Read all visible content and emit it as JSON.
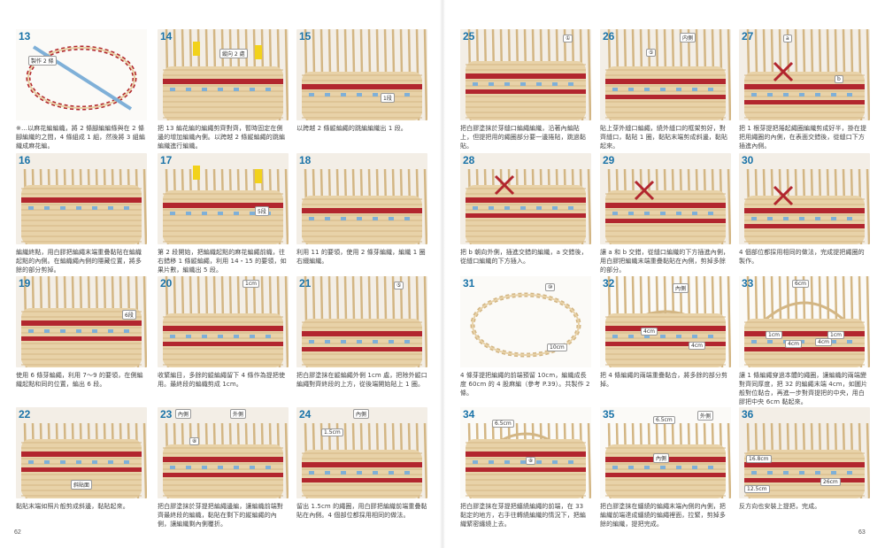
{
  "pages": {
    "left_number": "62",
    "right_number": "63"
  },
  "colors": {
    "step_number": "#1a73a8",
    "red_band": "#b2262e",
    "blue_tape": "#7fb0d8",
    "cane": "#e8d2a8",
    "cane_dark": "#d3b684",
    "background": "#f3eee6"
  },
  "steps": [
    {
      "num": "13",
      "caption": "※…以麻花編編織，將 2 條腳編編條與在 2 條腳編織的之間，4 條組成 1 組，然後將 3 組編織成麻花編。",
      "tags": [
        "製作 2 條"
      ]
    },
    {
      "num": "14",
      "caption": "把 13 編花編的編繩剪齊對齊，暫時固定在側邊的增加編織內側。以跨越 2 條縱編繩的跳編編織進行編織。",
      "tags": [
        "縱向 2 處"
      ]
    },
    {
      "num": "15",
      "caption": "以跨越 2 條縱編繩的跳編編織出 1 段。",
      "tags": [
        "1段"
      ]
    },
    {
      "num": "16",
      "caption": "編織終點，用白膠把編繩末端重疊黏貼在編織起點的內側。在編織繩內側的隱藏位置，將多餘的部分剪掉。",
      "tags": []
    },
    {
      "num": "17",
      "caption": "第 2 段開始，把編織起點的麻花編繩前織，往右錯移 1 條縱編繩，利用 14・15 的要領，如果片數，編織出 5 段。",
      "tags": [
        "5段"
      ]
    },
    {
      "num": "18",
      "caption": "利用 11 的要領，使用 2 條芽編織，編織 1 圈右綴編織。",
      "tags": []
    },
    {
      "num": "19",
      "caption": "使用 6 條芽編繩，利用 7～9 的要領，在側編織起點和同的位置，編出 6 段。",
      "tags": [
        "6段"
      ]
    },
    {
      "num": "20",
      "caption": "收緊編目，多餘的縱編繩留下 4 條作為提把使用。最終段的編織剪成 1cm。",
      "tags": [
        "1cm"
      ]
    },
    {
      "num": "21",
      "caption": "把白膠塗抹在縱編繩外側 1cm 處，把除外縱口編繩對齊終段的上方，從後端開始貼上 1 圈。",
      "tags": [
        "⑤"
      ]
    },
    {
      "num": "22",
      "caption": "黏貼末端如照片般剪成斜邊，黏貼起來。",
      "tags": [
        "斜貼面"
      ]
    },
    {
      "num": "23",
      "caption": "把白膠塗抹於芽提把編繩邊編，讓編織前端對齊最終段的編織，黏貼在剩下的縱編繩的內側，讓編織剩內側覆折。",
      "tags": [
        "內側",
        "外側",
        "⑧"
      ]
    },
    {
      "num": "24",
      "caption": "留出 1.5cm 的繩圈，用白膠把編織前端重疊黏貼在內側。4 個部位都採用相同的做法。",
      "tags": [
        "1.5cm",
        "內側"
      ]
    },
    {
      "num": "25",
      "caption": "把白膠塗抹於芽縫口編繩編織，沿著內編貼上，但提把用的繩圈部分要一邊捲貼，跳過黏貼。",
      "tags": [
        "①"
      ]
    },
    {
      "num": "26",
      "caption": "貼上芽外縫口編繩，繞外縫口的框架剪好，對齊縫口，黏貼 1 圈，黏貼末端剪成斜邊，黏貼起來。",
      "tags": [
        "内側",
        "⑤"
      ]
    },
    {
      "num": "27",
      "caption": "把 1 根芽提把捲起繩圈編織剪成好半，掛在提把用繩圈的內側，在表面交錯後，從縫口下方插進內側。",
      "tags": [
        "a",
        "b"
      ]
    },
    {
      "num": "28",
      "caption": "把 b 朝向外側，插進交錯的編織，a 交錯後，從縫口編織的下方插入。",
      "tags": []
    },
    {
      "num": "29",
      "caption": "讓 a 和 b 交錯，從縫口編織的下方插進內側，用白膠把編織末端重疊黏貼在內側，剪掉多餘的部分。",
      "tags": []
    },
    {
      "num": "30",
      "caption": "4 個部位都採用相同的做法，完成提把繩圈的製作。",
      "tags": []
    },
    {
      "num": "31",
      "caption": "4 條芽提把編繩的前端預留 10cm，編織成長度 60cm 的 4 股麻編（參考 P.39）。共製作 2 條。",
      "tags": [
        "⑩",
        "10cm"
      ]
    },
    {
      "num": "32",
      "caption": "把 4 條編繩的兩端重疊黏合，將多餘的部分剪掉。",
      "tags": [
        "內側",
        "4cm",
        "4cm"
      ]
    },
    {
      "num": "33",
      "caption": "讓 1 條編繩穿過本體的繩圈，讓編織的兩端變對齊同厚度，把 32 的編繩末端 4cm，如圖片般對位黏合，再進一步對齊提把的中央，用白膠把中央 6cm 黏起來。",
      "tags": [
        "6cm",
        "1cm",
        "4cm",
        "4cm",
        "1cm"
      ]
    },
    {
      "num": "34",
      "caption": "把白膠塗抹在芽提把纏繞編繩的前端，在 33 黏定的地方，右手往轉繞編織的情況下，把編織緊密纏繞上去。",
      "tags": [
        "6.5cm",
        "⑧"
      ]
    },
    {
      "num": "35",
      "caption": "把白膠塗抹在纏繞的編繩末端內側的內側，把編織前端達成纏繞的編繩裡面，拉緊，剪掉多餘的編織，提把完成。",
      "tags": [
        "6.5cm",
        "外側",
        "內側"
      ]
    },
    {
      "num": "36",
      "caption": "反方向也安裝上提把，完成。",
      "tags": [
        "16.8cm",
        "12.5cm",
        "26cm"
      ]
    }
  ]
}
